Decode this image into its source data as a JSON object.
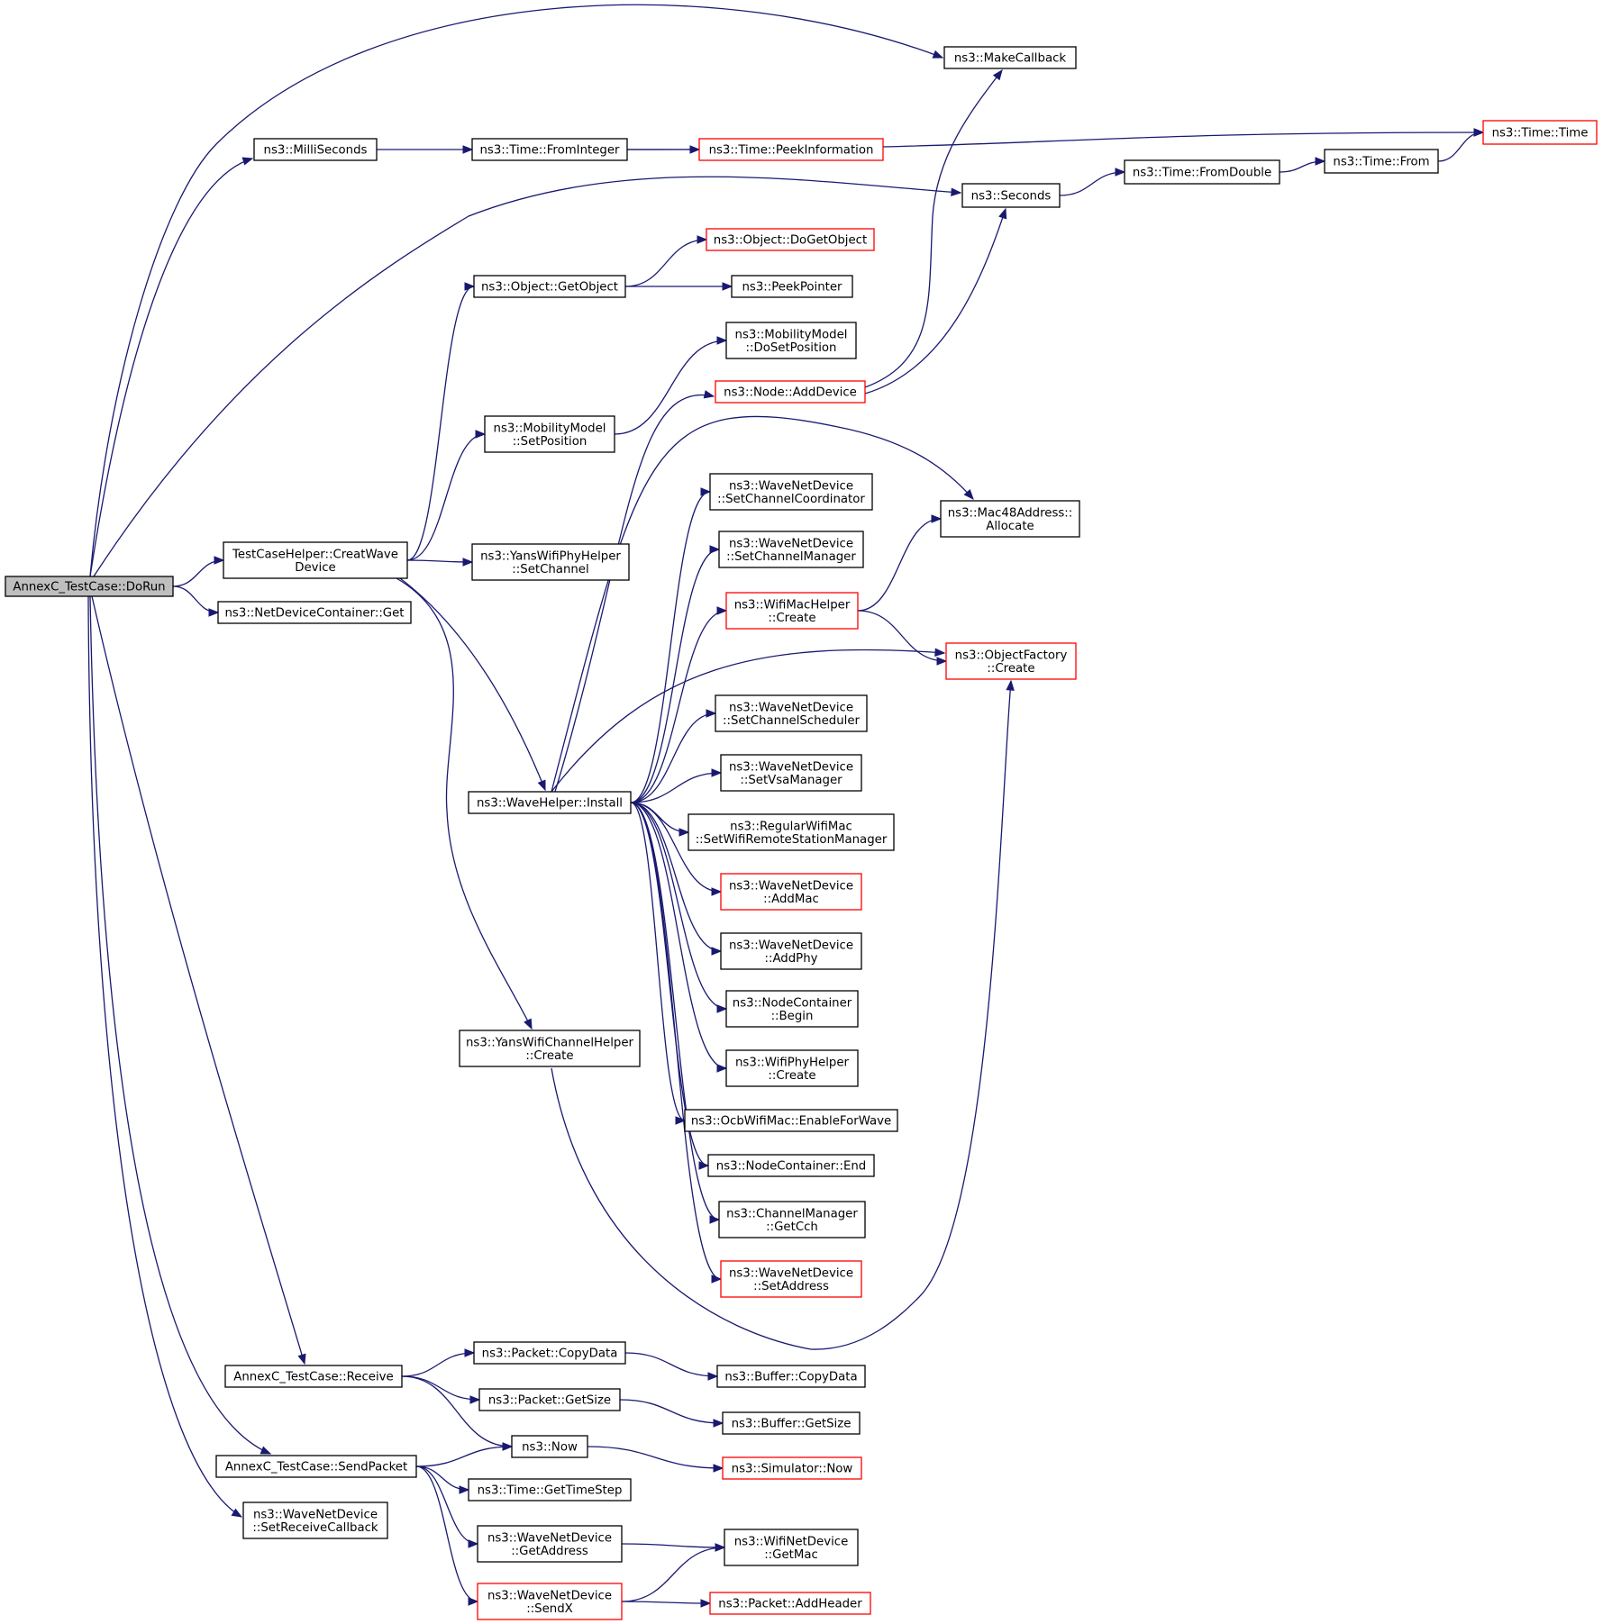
{
  "colors": {
    "edge": "#191970",
    "border_normal": "#000000",
    "border_red": "#ff0000",
    "fill_normal": "#ffffff",
    "fill_root": "#bfbfbf",
    "text": "#000000"
  },
  "nodes": [
    {
      "id": "doRun",
      "lines": [
        "AnnexC_TestCase::DoRun"
      ],
      "style": "root"
    },
    {
      "id": "makeCallback",
      "lines": [
        "ns3::MakeCallback"
      ],
      "style": "normal"
    },
    {
      "id": "milliSeconds",
      "lines": [
        "ns3::MilliSeconds"
      ],
      "style": "normal"
    },
    {
      "id": "fromInteger",
      "lines": [
        "ns3::Time::FromInteger"
      ],
      "style": "normal"
    },
    {
      "id": "peekInformation",
      "lines": [
        "ns3::Time::PeekInformation"
      ],
      "style": "red"
    },
    {
      "id": "timeTime",
      "lines": [
        "ns3::Time::Time"
      ],
      "style": "red"
    },
    {
      "id": "seconds",
      "lines": [
        "ns3::Seconds"
      ],
      "style": "normal"
    },
    {
      "id": "fromDouble",
      "lines": [
        "ns3::Time::FromDouble"
      ],
      "style": "normal"
    },
    {
      "id": "timeFrom",
      "lines": [
        "ns3::Time::From"
      ],
      "style": "normal"
    },
    {
      "id": "doGetObject",
      "lines": [
        "ns3::Object::DoGetObject"
      ],
      "style": "red"
    },
    {
      "id": "getObject",
      "lines": [
        "ns3::Object::GetObject"
      ],
      "style": "normal"
    },
    {
      "id": "peekPointer",
      "lines": [
        "ns3::PeekPointer"
      ],
      "style": "normal"
    },
    {
      "id": "doSetPosition",
      "lines": [
        "ns3::MobilityModel",
        "::DoSetPosition"
      ],
      "style": "normal"
    },
    {
      "id": "addDevice",
      "lines": [
        "ns3::Node::AddDevice"
      ],
      "style": "red"
    },
    {
      "id": "setPosition",
      "lines": [
        "ns3::MobilityModel",
        "::SetPosition"
      ],
      "style": "normal"
    },
    {
      "id": "setChCoord",
      "lines": [
        "ns3::WaveNetDevice",
        "::SetChannelCoordinator"
      ],
      "style": "normal"
    },
    {
      "id": "macAllocate",
      "lines": [
        "ns3::Mac48Address::",
        "Allocate"
      ],
      "style": "normal"
    },
    {
      "id": "setChMgr",
      "lines": [
        "ns3::WaveNetDevice",
        "::SetChannelManager"
      ],
      "style": "normal"
    },
    {
      "id": "creatWave",
      "lines": [
        "TestCaseHelper::CreatWave",
        "Device"
      ],
      "style": "normal"
    },
    {
      "id": "yansPhySetCh",
      "lines": [
        "ns3::YansWifiPhyHelper",
        "::SetChannel"
      ],
      "style": "normal"
    },
    {
      "id": "wifiMacCreate",
      "lines": [
        "ns3::WifiMacHelper",
        "::Create"
      ],
      "style": "red"
    },
    {
      "id": "ndcGet",
      "lines": [
        "ns3::NetDeviceContainer::Get"
      ],
      "style": "normal"
    },
    {
      "id": "objFactCreate",
      "lines": [
        "ns3::ObjectFactory",
        "::Create"
      ],
      "style": "red"
    },
    {
      "id": "setChSched",
      "lines": [
        "ns3::WaveNetDevice",
        "::SetChannelScheduler"
      ],
      "style": "normal"
    },
    {
      "id": "setVsaMgr",
      "lines": [
        "ns3::WaveNetDevice",
        "::SetVsaManager"
      ],
      "style": "normal"
    },
    {
      "id": "waveInstall",
      "lines": [
        "ns3::WaveHelper::Install"
      ],
      "style": "normal"
    },
    {
      "id": "setRemoteMgr",
      "lines": [
        "ns3::RegularWifiMac",
        "::SetWifiRemoteStationManager"
      ],
      "style": "normal"
    },
    {
      "id": "addMac",
      "lines": [
        "ns3::WaveNetDevice",
        "::AddMac"
      ],
      "style": "red"
    },
    {
      "id": "addPhy",
      "lines": [
        "ns3::WaveNetDevice",
        "::AddPhy"
      ],
      "style": "normal"
    },
    {
      "id": "ncBegin",
      "lines": [
        "ns3::NodeContainer",
        "::Begin"
      ],
      "style": "normal"
    },
    {
      "id": "yansChCreate",
      "lines": [
        "ns3::YansWifiChannelHelper",
        "::Create"
      ],
      "style": "normal"
    },
    {
      "id": "wifiPhyCreate",
      "lines": [
        "ns3::WifiPhyHelper",
        "::Create"
      ],
      "style": "normal"
    },
    {
      "id": "enableForWave",
      "lines": [
        "ns3::OcbWifiMac::EnableForWave"
      ],
      "style": "normal"
    },
    {
      "id": "ncEnd",
      "lines": [
        "ns3::NodeContainer::End"
      ],
      "style": "normal"
    },
    {
      "id": "getCch",
      "lines": [
        "ns3::ChannelManager",
        "::GetCch"
      ],
      "style": "normal"
    },
    {
      "id": "setAddress",
      "lines": [
        "ns3::WaveNetDevice",
        "::SetAddress"
      ],
      "style": "red"
    },
    {
      "id": "pktCopyData",
      "lines": [
        "ns3::Packet::CopyData"
      ],
      "style": "normal"
    },
    {
      "id": "receive",
      "lines": [
        "AnnexC_TestCase::Receive"
      ],
      "style": "normal"
    },
    {
      "id": "bufCopyData",
      "lines": [
        "ns3::Buffer::CopyData"
      ],
      "style": "normal"
    },
    {
      "id": "pktGetSize",
      "lines": [
        "ns3::Packet::GetSize"
      ],
      "style": "normal"
    },
    {
      "id": "bufGetSize",
      "lines": [
        "ns3::Buffer::GetSize"
      ],
      "style": "normal"
    },
    {
      "id": "now",
      "lines": [
        "ns3::Now"
      ],
      "style": "normal"
    },
    {
      "id": "sendPacket",
      "lines": [
        "AnnexC_TestCase::SendPacket"
      ],
      "style": "normal"
    },
    {
      "id": "simNow",
      "lines": [
        "ns3::Simulator::Now"
      ],
      "style": "red"
    },
    {
      "id": "getTimeStep",
      "lines": [
        "ns3::Time::GetTimeStep"
      ],
      "style": "normal"
    },
    {
      "id": "setRecvCb",
      "lines": [
        "ns3::WaveNetDevice",
        "::SetReceiveCallback"
      ],
      "style": "normal"
    },
    {
      "id": "getAddress",
      "lines": [
        "ns3::WaveNetDevice",
        "::GetAddress"
      ],
      "style": "normal"
    },
    {
      "id": "getMac",
      "lines": [
        "ns3::WifiNetDevice",
        "::GetMac"
      ],
      "style": "normal"
    },
    {
      "id": "sendX",
      "lines": [
        "ns3::WaveNetDevice",
        "::SendX"
      ],
      "style": "red"
    },
    {
      "id": "addHeader",
      "lines": [
        "ns3::Packet::AddHeader"
      ],
      "style": "red"
    }
  ],
  "edges": [
    [
      "doRun",
      "makeCallback"
    ],
    [
      "doRun",
      "milliSeconds"
    ],
    [
      "doRun",
      "seconds"
    ],
    [
      "doRun",
      "creatWave"
    ],
    [
      "doRun",
      "ndcGet"
    ],
    [
      "doRun",
      "receive"
    ],
    [
      "doRun",
      "sendPacket"
    ],
    [
      "doRun",
      "setRecvCb"
    ],
    [
      "milliSeconds",
      "fromInteger"
    ],
    [
      "fromInteger",
      "peekInformation"
    ],
    [
      "fromInteger",
      "timeTime"
    ],
    [
      "seconds",
      "fromDouble"
    ],
    [
      "fromDouble",
      "timeFrom"
    ],
    [
      "timeFrom",
      "timeTime"
    ],
    [
      "getObject",
      "doGetObject"
    ],
    [
      "getObject",
      "peekPointer"
    ],
    [
      "setPosition",
      "doSetPosition"
    ],
    [
      "addDevice",
      "makeCallback"
    ],
    [
      "addDevice",
      "seconds"
    ],
    [
      "creatWave",
      "getObject"
    ],
    [
      "creatWave",
      "setPosition"
    ],
    [
      "creatWave",
      "yansPhySetCh"
    ],
    [
      "creatWave",
      "waveInstall"
    ],
    [
      "creatWave",
      "yansChCreate"
    ],
    [
      "waveInstall",
      "addDevice"
    ],
    [
      "waveInstall",
      "macAllocate"
    ],
    [
      "waveInstall",
      "setChCoord"
    ],
    [
      "waveInstall",
      "setChMgr"
    ],
    [
      "waveInstall",
      "wifiMacCreate"
    ],
    [
      "waveInstall",
      "objFactCreate"
    ],
    [
      "waveInstall",
      "setChSched"
    ],
    [
      "waveInstall",
      "setVsaMgr"
    ],
    [
      "waveInstall",
      "setRemoteMgr"
    ],
    [
      "waveInstall",
      "addMac"
    ],
    [
      "waveInstall",
      "addPhy"
    ],
    [
      "waveInstall",
      "ncBegin"
    ],
    [
      "waveInstall",
      "wifiPhyCreate"
    ],
    [
      "waveInstall",
      "enableForWave"
    ],
    [
      "waveInstall",
      "ncEnd"
    ],
    [
      "waveInstall",
      "getCch"
    ],
    [
      "waveInstall",
      "setAddress"
    ],
    [
      "wifiMacCreate",
      "macAllocate"
    ],
    [
      "wifiMacCreate",
      "objFactCreate"
    ],
    [
      "yansChCreate",
      "objFactCreate"
    ],
    [
      "receive",
      "pktCopyData"
    ],
    [
      "receive",
      "pktGetSize"
    ],
    [
      "receive",
      "now"
    ],
    [
      "pktCopyData",
      "bufCopyData"
    ],
    [
      "pktGetSize",
      "bufGetSize"
    ],
    [
      "now",
      "simNow"
    ],
    [
      "sendPacket",
      "now"
    ],
    [
      "sendPacket",
      "getTimeStep"
    ],
    [
      "sendPacket",
      "getAddress"
    ],
    [
      "sendPacket",
      "sendX"
    ],
    [
      "getAddress",
      "getMac"
    ],
    [
      "sendX",
      "getMac"
    ],
    [
      "sendX",
      "addHeader"
    ]
  ]
}
